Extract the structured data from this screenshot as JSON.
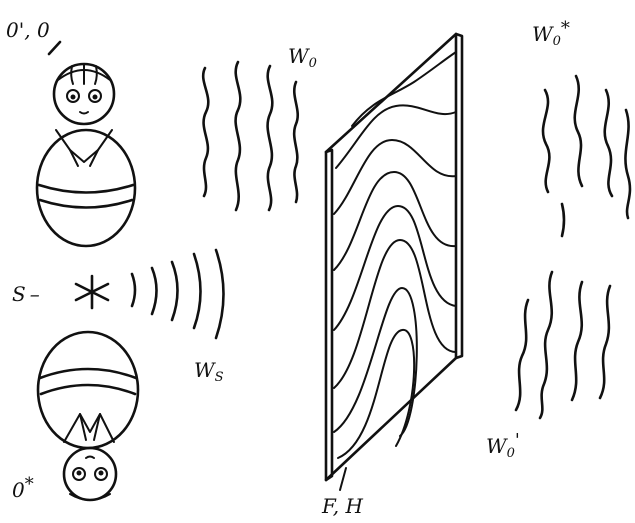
{
  "labels": {
    "object_conjugate": {
      "base": "0', 0"
    },
    "object_wave": {
      "base": "W",
      "sub": "0"
    },
    "conjugate_wave": {
      "base": "W",
      "sub": "0",
      "sup": "*"
    },
    "source": {
      "base": "S",
      "star": "*"
    },
    "source_wave": {
      "base": "W",
      "sub": "S"
    },
    "real_image": {
      "base": "0",
      "sup": "*"
    },
    "reconstructed_wave": {
      "base": "W",
      "sub": "0",
      "sup": "'"
    },
    "hologram": {
      "base": "F, H"
    }
  },
  "colors": {
    "ink": "#111111",
    "background": "#ffffff"
  }
}
